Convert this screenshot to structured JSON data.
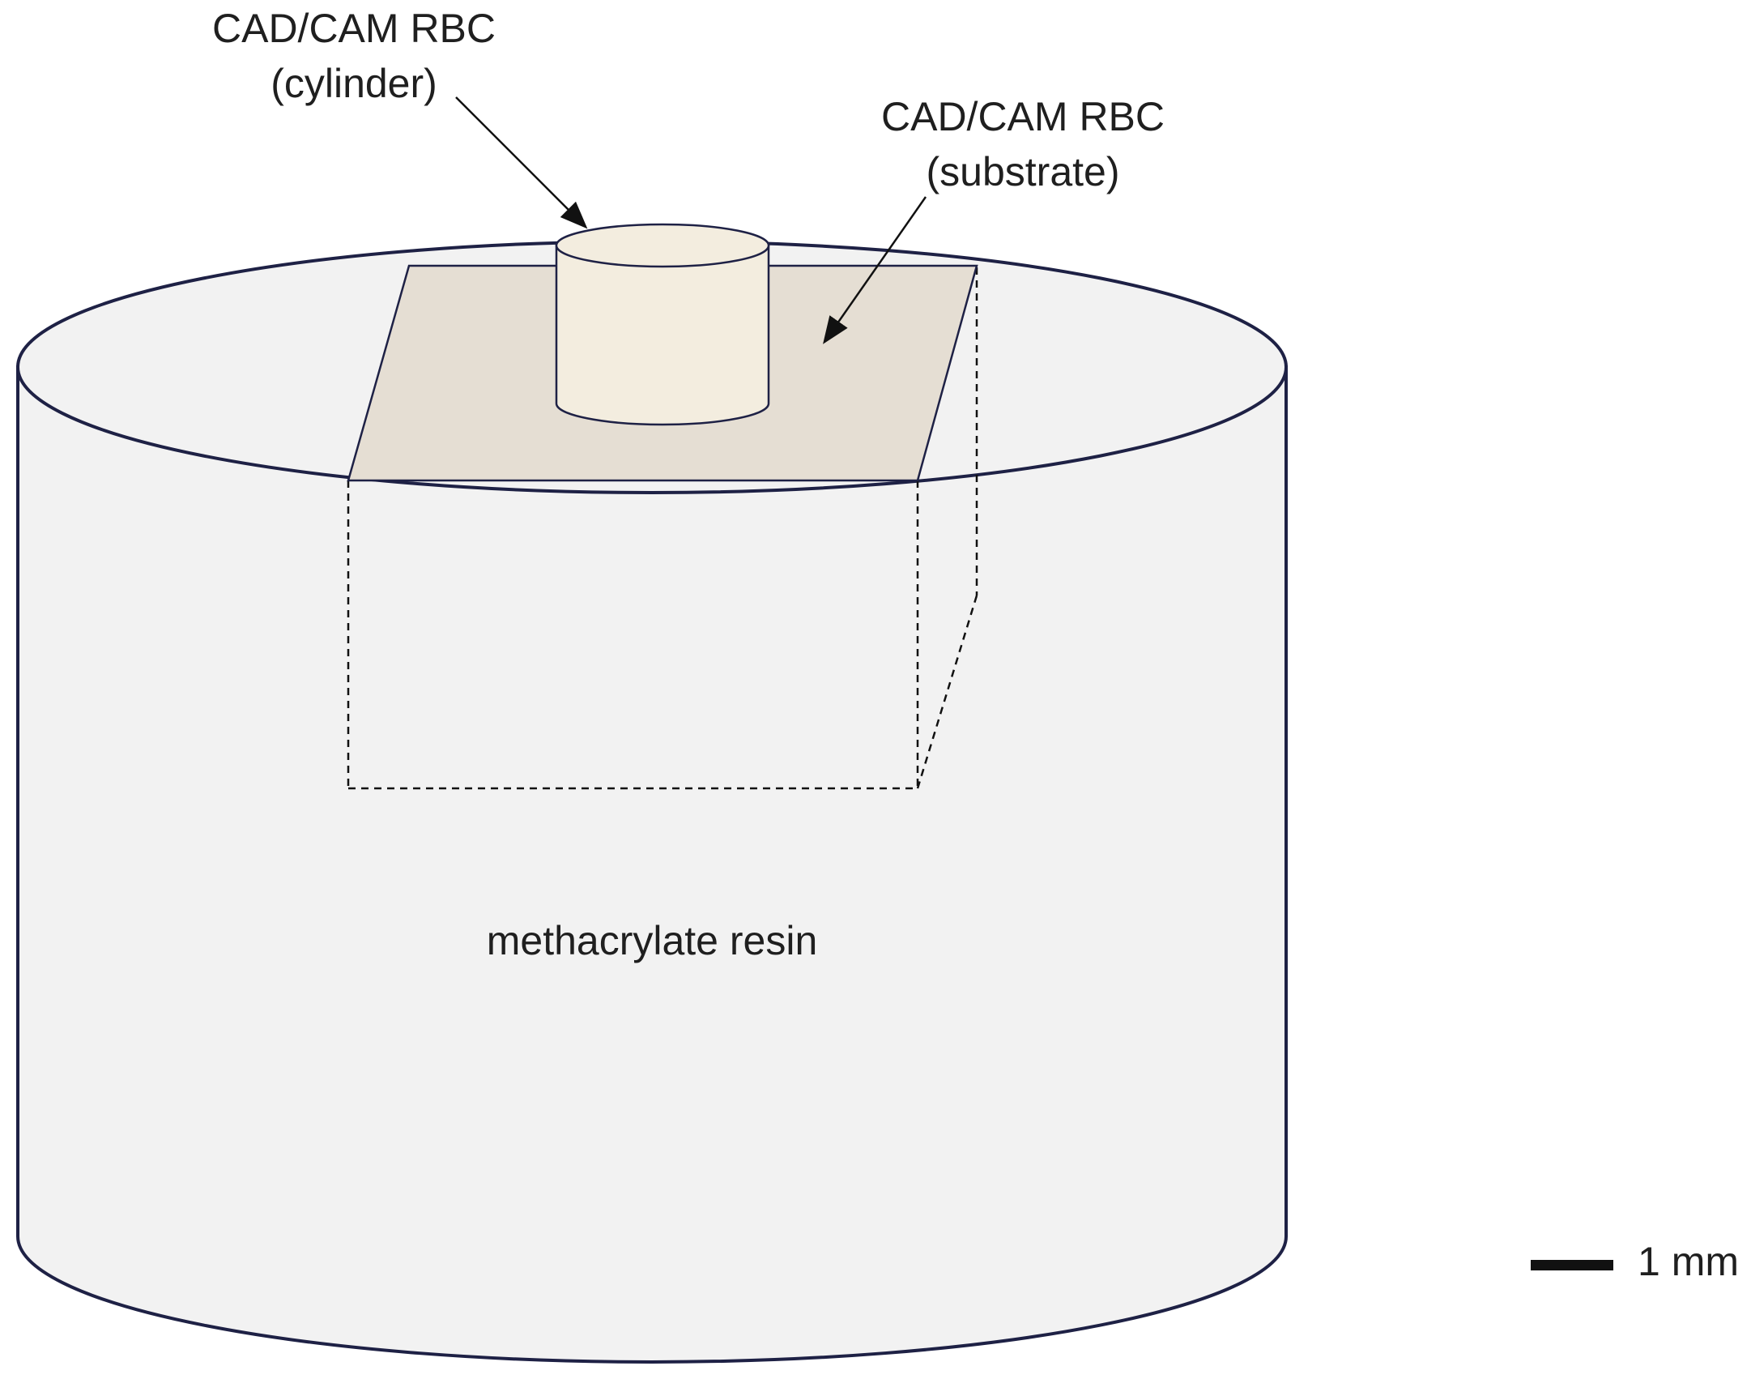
{
  "labels": {
    "cylinder_line1": "CAD/CAM RBC",
    "cylinder_line2": "(cylinder)",
    "substrate_line1": "CAD/CAM RBC",
    "substrate_line2": "(substrate)",
    "resin": "methacrylate resin",
    "scale_bar": "1 mm"
  },
  "colors": {
    "outline": "#1e2145",
    "resin_fill": "#f2f2f2",
    "substrate_fill": "#e5ded3",
    "cylinder_fill": "#f3eddf",
    "text": "#1f1f1f"
  }
}
